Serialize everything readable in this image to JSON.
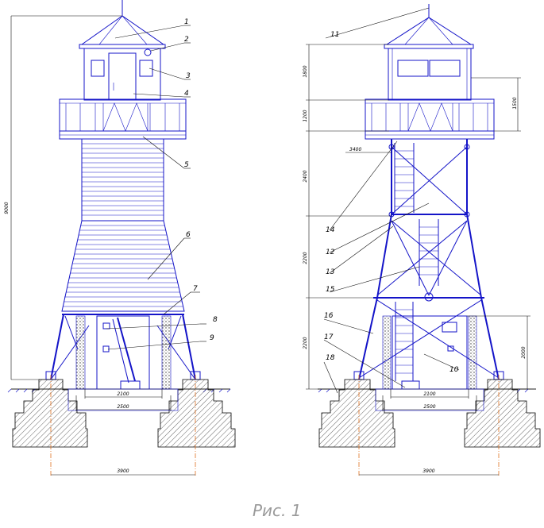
{
  "callouts": {
    "c1": "1",
    "c2": "2",
    "c3": "3",
    "c4": "4",
    "c5": "5",
    "c6": "6",
    "c7": "7",
    "c8": "8",
    "c9": "9",
    "c10": "10",
    "c11": "11",
    "c12": "12",
    "c13": "13",
    "c14": "14",
    "c15": "15",
    "c16": "16",
    "c17": "17",
    "c18": "18"
  },
  "dimensions": {
    "left_total_height": "9000",
    "left_inner_width": "2100",
    "left_outer_width": "2500",
    "left_foundation_span": "3900",
    "right_cabin_height": "1800",
    "right_deck_height": "1200",
    "right_rail_height": "1500",
    "right_level": "3400",
    "right_upper_section": "2400",
    "right_middle_section": "2200",
    "right_lower_section": "2200",
    "right_door_height": "2000",
    "right_inner_width": "2100",
    "right_outer_width": "2500",
    "right_foundation_span": "3900"
  },
  "caption": "Рис. 1",
  "colors": {
    "structure": "#1414c8",
    "axis": "#e07020",
    "caption": "#9a9a9a",
    "foundation_hatch": "#000000"
  }
}
